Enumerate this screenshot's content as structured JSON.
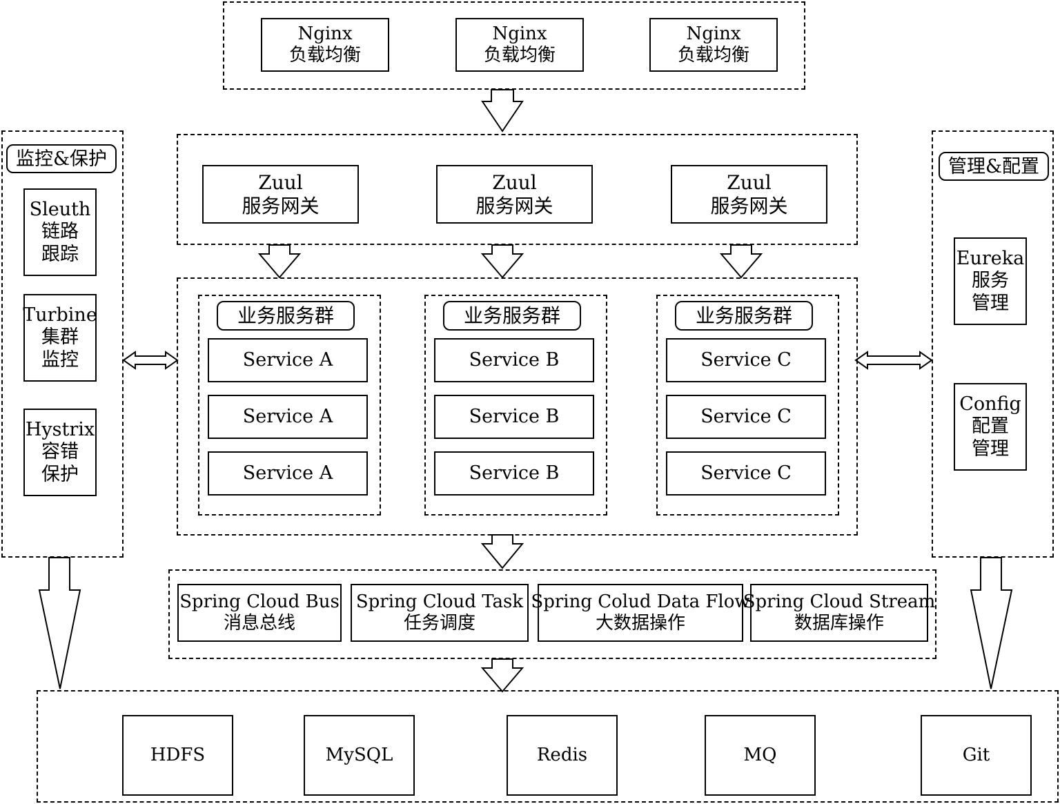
{
  "nginx": [
    {
      "name": "Nginx",
      "desc": "负载均衡"
    },
    {
      "name": "Nginx",
      "desc": "负载均衡"
    },
    {
      "name": "Nginx",
      "desc": "负载均衡"
    }
  ],
  "zuul": [
    {
      "name": "Zuul",
      "desc": "服务网关"
    },
    {
      "name": "Zuul",
      "desc": "服务网关"
    },
    {
      "name": "Zuul",
      "desc": "服务网关"
    }
  ],
  "groups": [
    {
      "title": "业务服务群",
      "services": [
        "Service A",
        "Service A",
        "Service A"
      ]
    },
    {
      "title": "业务服务群",
      "services": [
        "Service B",
        "Service B",
        "Service B"
      ]
    },
    {
      "title": "业务服务群",
      "services": [
        "Service C",
        "Service C",
        "Service C"
      ]
    }
  ],
  "monitor": {
    "title": "监控&保护",
    "items": [
      {
        "name": "Sleuth",
        "desc1": "链路",
        "desc2": "跟踪"
      },
      {
        "name": "Turbine",
        "desc1": "集群",
        "desc2": "监控"
      },
      {
        "name": "Hystrix",
        "desc1": "容错",
        "desc2": "保护"
      }
    ]
  },
  "manage": {
    "title": "管理&配置",
    "items": [
      {
        "name": "Eureka",
        "desc1": "服务",
        "desc2": "管理"
      },
      {
        "name": "Config",
        "desc1": "配置",
        "desc2": "管理"
      }
    ]
  },
  "spring": [
    {
      "name": "Spring Cloud Bus",
      "desc": "消息总线"
    },
    {
      "name": "Spring Cloud Task",
      "desc": "任务调度"
    },
    {
      "name": "Spring Colud Data Flow",
      "desc": "大数据操作"
    },
    {
      "name": "Spring Cloud Stream",
      "desc": "数据库操作"
    }
  ],
  "storage": [
    "HDFS",
    "MySQL",
    "Redis",
    "MQ",
    "Git"
  ]
}
